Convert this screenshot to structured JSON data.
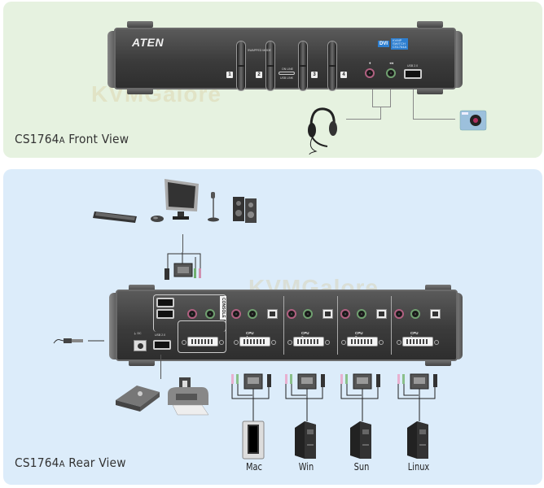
{
  "front_view": {
    "caption_main": "CS1764",
    "caption_suffix": "A",
    "caption_tail": " Front View",
    "watermark": "KVMGalore",
    "device": {
      "brand": "ATEN",
      "badge_tag": "DVI",
      "badge_line1": "KVMP SWITCH",
      "badge_line2": "CS1764A",
      "port_buttons": [
        "1",
        "2",
        "3",
        "4"
      ],
      "button_label_top": "SWAPPED MODE",
      "button_label_online": "ON LINE",
      "button_label_usb": "USB LINK",
      "usb_label": "USB 2.0"
    },
    "peripherals": [
      "headset-icon",
      "webcam-icon"
    ]
  },
  "rear_view": {
    "caption_main": "CS1764",
    "caption_suffix": "A",
    "caption_tail": " Rear View",
    "watermark": "KVMGalore",
    "console_label": "CONSOLE",
    "usb_label": "USB 2.0",
    "cpu_ports": [
      "CPU 4",
      "CPU 3",
      "CPU 2",
      "CPU 1"
    ],
    "console_peripherals": [
      "keyboard-icon",
      "mouse-icon",
      "monitor-icon",
      "microphone-icon",
      "speakers-icon"
    ],
    "usb_peripherals": [
      "card-reader-icon",
      "printer-icon"
    ],
    "computers": [
      {
        "label": "Mac"
      },
      {
        "label": "Win"
      },
      {
        "label": "Sun"
      },
      {
        "label": "Linux"
      }
    ]
  }
}
